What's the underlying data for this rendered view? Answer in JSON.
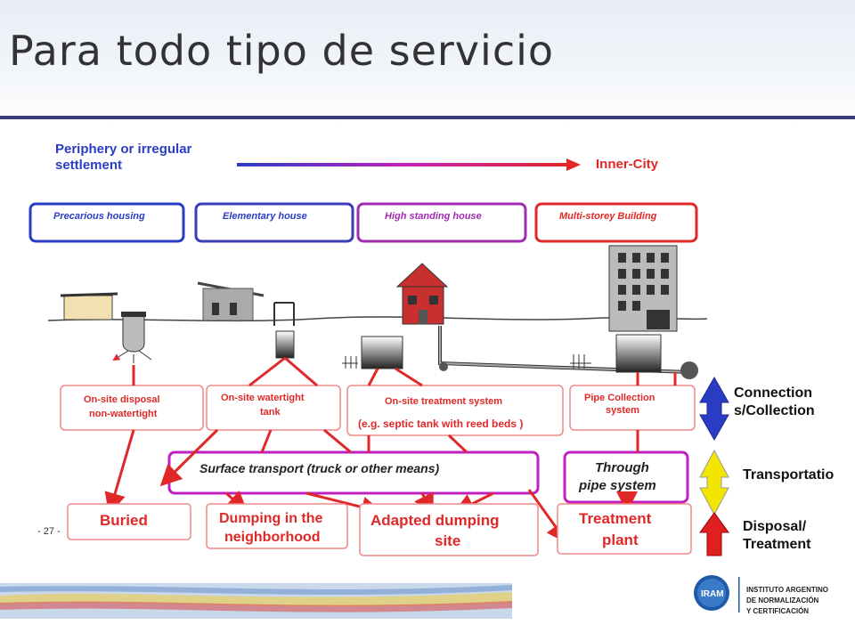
{
  "slide": {
    "title": "Para todo tipo de servicio"
  },
  "axis": {
    "left_label": "Periphery or irregular settlement",
    "left_line1": "Periphery or irregular",
    "left_line2": "settlement",
    "right_label": "Inner-City"
  },
  "housing": [
    "Precarious housing",
    "Elementary house",
    "High standing house",
    "Multi-storey Building"
  ],
  "onsite": [
    {
      "line1": "On-site disposal",
      "line2": "non-watertight"
    },
    {
      "line1": "On-site watertight",
      "line2": "tank"
    },
    {
      "line1": "On-site treatment system",
      "line2": "(e.g. septic tank with reed beds )"
    },
    {
      "line1": "Pipe Collection",
      "line2": "system"
    }
  ],
  "transport": {
    "surface": "Surface transport (truck or other means)",
    "pipe_line1": "Through",
    "pipe_line2": "pipe system"
  },
  "disposal": [
    {
      "line1": "Buried",
      "line2": ""
    },
    {
      "line1": "Dumping in the",
      "line2": "neighborhood"
    },
    {
      "line1": "Adapted dumping",
      "line2": "site"
    },
    {
      "line1": "Treatment",
      "line2": "plant"
    }
  ],
  "stages": [
    {
      "line1": "Connection",
      "line2": "s/Collection",
      "color": "#2233aa"
    },
    {
      "line1": "Transportatio",
      "line2": "",
      "color": "#f2e600"
    },
    {
      "line1": "Disposal/",
      "line2": "Treatment",
      "color": "#e02020"
    }
  ],
  "page_number": "- 27 -",
  "logo": {
    "mark": "IRAM",
    "line1": "INSTITUTO ARGENTINO",
    "line2": "DE NORMALIZACIÓN",
    "line3": "Y CERTIFICACIÓN"
  },
  "colors": {
    "blue": "#2a3cc4",
    "magenta": "#c020c0",
    "red": "#e02828",
    "title_rule": "#3a3d7c"
  }
}
